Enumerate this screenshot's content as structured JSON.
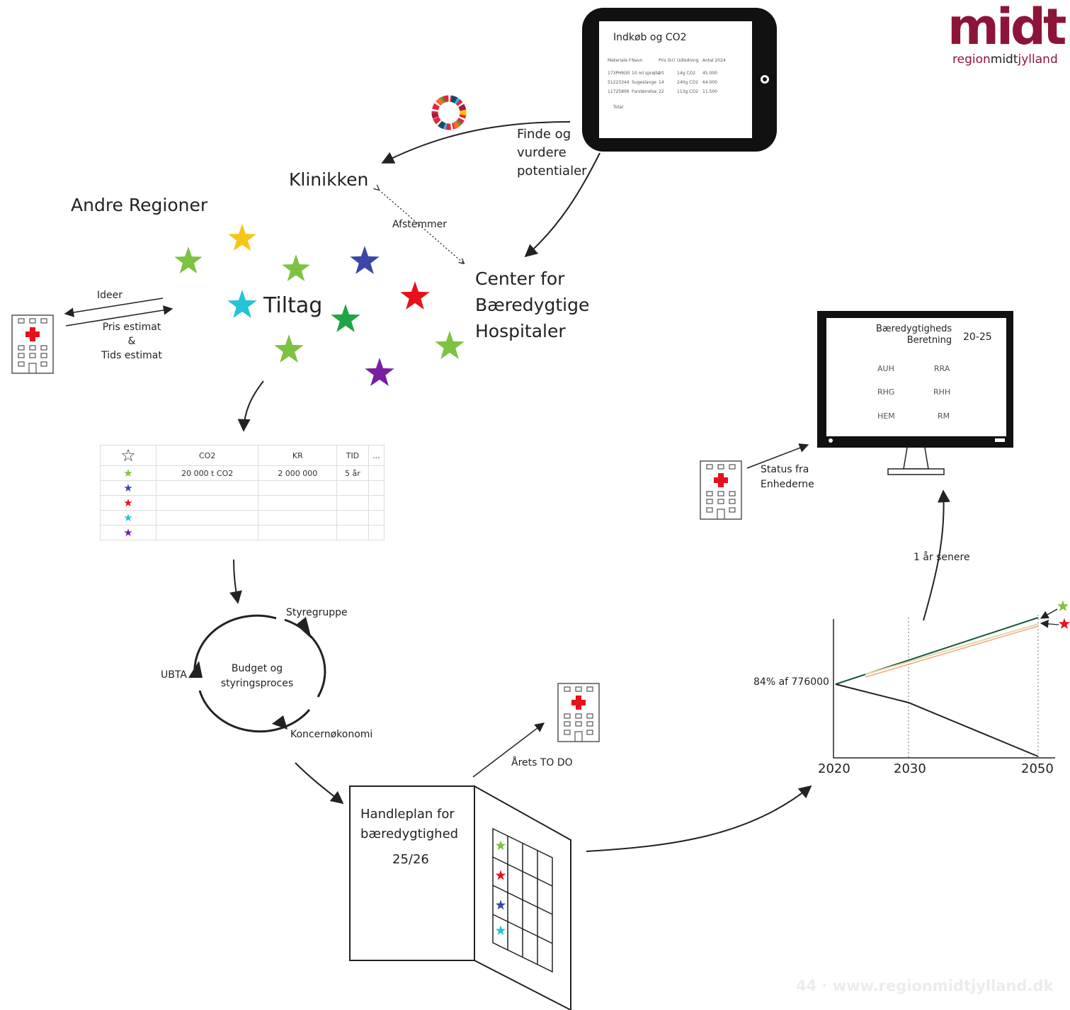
{
  "logo": {
    "mark": "midt",
    "sub_region": "region",
    "sub_midt": "midt",
    "sub_rest": "jylland"
  },
  "tablet": {
    "title": "Indkøb og CO2",
    "table_header": [
      "Materiale F",
      "Navn",
      "Pris (kr)",
      "Udledning",
      "Antal 2024"
    ],
    "rows": [
      [
        "173PHN30",
        "10 ml sprøjte",
        "20",
        "14g CO2",
        "45.000"
      ],
      [
        "51223344",
        "Sugeslange",
        "14",
        "240g CO2",
        "64.000"
      ],
      [
        "11725806",
        "Forstørrelse",
        "22",
        "113g CO2",
        "11.500"
      ]
    ],
    "total_label": "Total"
  },
  "labels": {
    "finde": "Finde og\nvurdere\npotentialer",
    "klinikken": "Klinikken",
    "andre_regioner": "Andre Regioner",
    "afstemmer": "Afstemmer",
    "center": "Center for\nBæredygtige\nHospitaler",
    "tiltag": "Tiltag",
    "ideer": "Ideer",
    "pris": "Pris estimat\n&\nTids estimat",
    "styregruppe": "Styregruppe",
    "budget": "Budget og\nstyringsproces",
    "ubta": "UBTA",
    "koncern": "Koncernøkonomi",
    "aarets": "Årets TO DO",
    "handleplan": "Handleplan for\nbæredygtighed",
    "handleplan_year": "25/26",
    "status": "Status fra\nEnhederne",
    "senere": "1 år senere"
  },
  "table": {
    "headers": [
      "CO2",
      "KR",
      "TID",
      "..."
    ],
    "row1": [
      "20 000 t CO2",
      "2 000 000",
      "5 år",
      ""
    ]
  },
  "monitor": {
    "title": "Bæredygtigheds\nBeretning",
    "period": "20-25",
    "left_units": [
      "AUH",
      "RHG",
      "HEM"
    ],
    "right_units": [
      "RRA",
      "RHH",
      "RM"
    ]
  },
  "chart_data": {
    "type": "line",
    "start_label": "84% af 776000",
    "x_ticks": [
      "2020",
      "2030",
      "2050"
    ]
  },
  "colors": {
    "light_green": "#7dc242",
    "yellow": "#f5c518",
    "blue": "#3a47a8",
    "red": "#e8101a",
    "cyan": "#22c4d6",
    "dark_green": "#1fa546",
    "purple": "#7a1ea1",
    "brand": "#8c1537"
  },
  "footer": "44  ·  www.regionmidtjylland.dk"
}
